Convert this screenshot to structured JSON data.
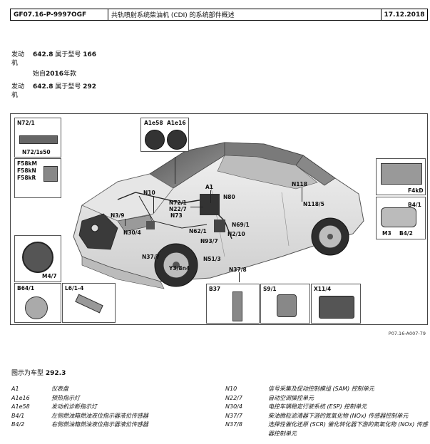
{
  "header": {
    "doc_id": "GF07.16-P-9997OGF",
    "title": "共轨喷射系统柴油机 (CDI) 的系统部件概述",
    "date": "17.12.2018"
  },
  "models": [
    {
      "label": "发动机",
      "prefix": "",
      "engine": "642.8",
      "text": " 属于型号 ",
      "type": "166"
    },
    {
      "label": "",
      "prefix": "始自",
      "engine": "2016",
      "text": "年款",
      "type": ""
    },
    {
      "label": "发动机",
      "prefix": "",
      "engine": "642.8",
      "text": " 属于型号 ",
      "type": "292"
    }
  ],
  "diagram": {
    "labels": {
      "n72_1": "N72/1",
      "n72_1s50": "N72/1s50",
      "f58km": "F58kM",
      "f58kn": "F58kN",
      "f58kr": "F58kR",
      "m4_7": "M4/7",
      "b64_1": "B64/1",
      "l6_1_4": "L6/1-4",
      "a1e58": "A1e58",
      "a1e16": "A1e16",
      "a1": "A1",
      "n10": "N10",
      "n80": "N80",
      "n72_1b": "N72/1",
      "n22_7": "N22/7",
      "n73": "N73",
      "n3_9": "N3/9",
      "n30_4": "N30/4",
      "n62_1": "N62/1",
      "n93_7": "N93/7",
      "n37_7": "N37/7",
      "y3_8n4": "Y3/8n4",
      "n51_3": "N51/3",
      "n37_8": "N37/8",
      "n69_1": "N69/1",
      "n2_10": "N2/10",
      "n118": "N118",
      "n118_5": "N118/5",
      "f4kd": "F4kD",
      "b4_1": "B4/1",
      "m3": "M3",
      "b4_2": "B4/2",
      "b37": "B37",
      "s9_1": "S9/1",
      "x11_4": "X11/4"
    }
  },
  "figure_code": "P07.16-A007-79",
  "caption": {
    "prefix": "图示为车型 ",
    "model": "292.3"
  },
  "legend_left": [
    {
      "code": "A1",
      "desc": "仪表盘"
    },
    {
      "code": "A1e16",
      "desc": "预热指示灯"
    },
    {
      "code": "A1e58",
      "desc": "发动机诊断指示灯"
    },
    {
      "code": "B4/1",
      "desc": "左侧燃油箱燃油液位指示器液位传感器"
    },
    {
      "code": "B4/2",
      "desc": "右侧燃油箱燃油液位指示器液位传感器"
    }
  ],
  "legend_right": [
    {
      "code": "N10",
      "desc": "信号采集及促动控制模组 (SAM) 控制单元"
    },
    {
      "code": "N22/7",
      "desc": "自动空调操控单元"
    },
    {
      "code": "N30/4",
      "desc": "电控车辆稳定行驶系统 (ESP) 控制单元"
    },
    {
      "code": "N37/7",
      "desc": "柴油微粒滤清器下游的氮氧化物 (NOx) 传感器控制单元"
    },
    {
      "code": "N37/8",
      "desc": "选择性催化还原 (SCR) 催化转化器下游的氮氧化物 (NOx) 传感器控制单元"
    }
  ]
}
